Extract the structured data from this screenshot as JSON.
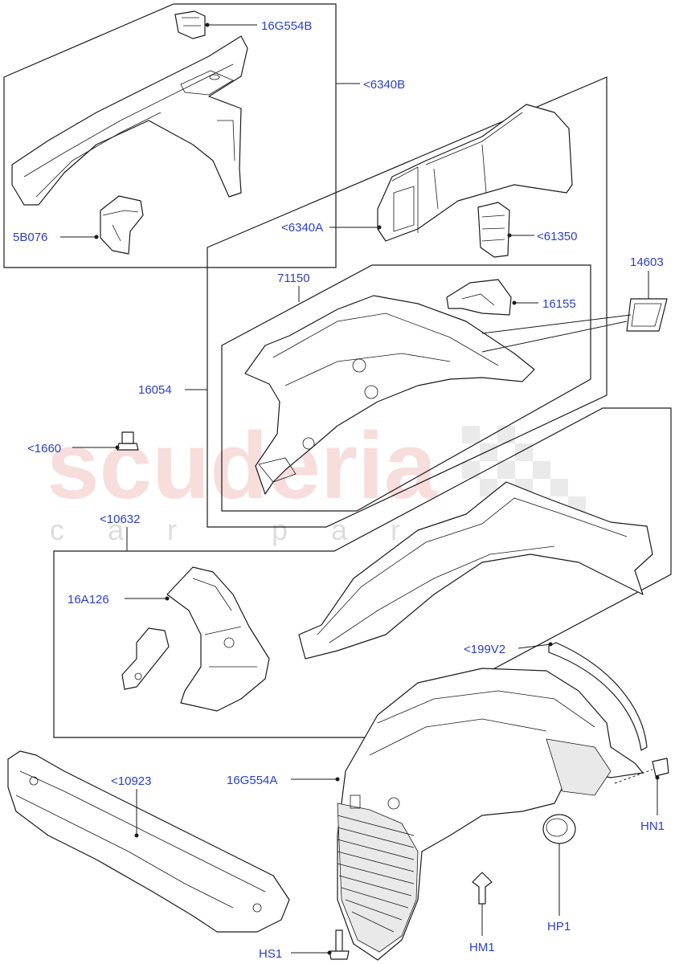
{
  "watermark": {
    "main": "scuderia",
    "sub": "car parts"
  },
  "labels": {
    "l_16G554B": "16G554B",
    "l_6340B": "<6340B",
    "l_5B076": "5B076",
    "l_6340A": "<6340A",
    "l_61350": "<61350",
    "l_14603": "14603",
    "l_71150": "71150",
    "l_16155": "16155",
    "l_16054": "16054",
    "l_1660": "<1660",
    "l_10632": "<10632",
    "l_16A126": "16A126",
    "l_199V2": "<199V2",
    "l_10923": "<10923",
    "l_16G554A": "16G554A",
    "l_HN1": "HN1",
    "l_HP1": "HP1",
    "l_HM1": "HM1",
    "l_HS1": "HS1"
  },
  "colors": {
    "label": "#2a3fc4",
    "line": "#1a1a1a",
    "watermark": "#f4c3c3"
  }
}
